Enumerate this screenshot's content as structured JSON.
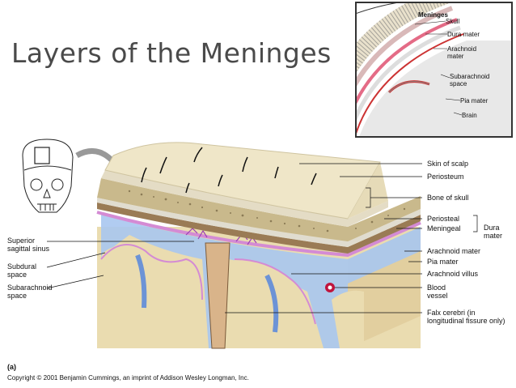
{
  "slide": {
    "title": "Layers of the Meninges"
  },
  "inset": {
    "title": "Meninges",
    "labels": [
      "Skull",
      "Dura mater",
      "Arachnoid mater",
      "Subarachnoid space",
      "Pia mater",
      "Brain"
    ]
  },
  "right_labels": {
    "skin": "Skin of scalp",
    "periosteum": "Periosteum",
    "bone": "Bone of skull",
    "periosteal": "Periosteal",
    "meningeal": "Meningeal",
    "dura": "Dura mater",
    "arachnoid": "Arachnoid mater",
    "pia": "Pia mater",
    "villus": "Arachnoid villus",
    "blood": "Blood vessel",
    "falx": "Falx cerebri (in longitudinal fissure only)"
  },
  "left_labels": {
    "superior_sinus": "Superior sagittal sinus",
    "subdural": "Subdural space",
    "subarachnoid": "Subarachnoid space"
  },
  "footer": {
    "panel": "(a)",
    "copyright": "Copyright © 2001 Benjamin Cummings, an imprint of Addison Wesley Longman, Inc."
  },
  "colors": {
    "scalp": "#efe6c8",
    "bone": "#c9b98c",
    "dura": "#9a7b55",
    "arachnoid": "#d48bd4",
    "csf": "#a9c6f0",
    "brain": "#e8d5a8",
    "vessel": "#c0143c"
  }
}
